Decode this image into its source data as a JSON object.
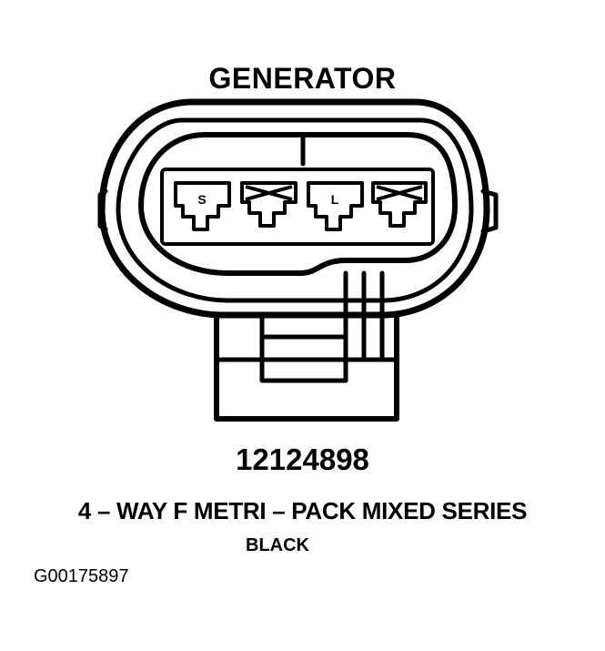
{
  "diagram": {
    "title": "GENERATOR",
    "part_number": "12124898",
    "description": "4 – WAY F METRI – PACK MIXED SERIES",
    "color": "BLACK",
    "figure_id": "G00175897",
    "pins": [
      {
        "label": "S"
      },
      {
        "label": ""
      },
      {
        "label": "L"
      },
      {
        "label": ""
      }
    ]
  }
}
